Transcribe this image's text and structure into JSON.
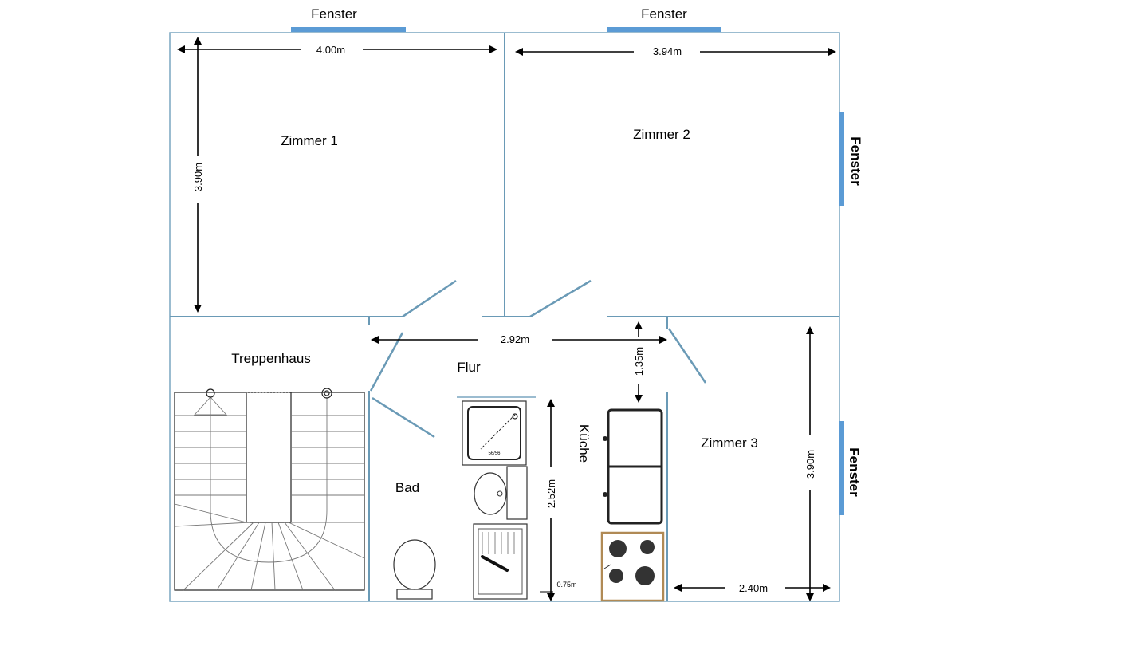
{
  "floorplan": {
    "rooms": {
      "zimmer1": "Zimmer 1",
      "zimmer2": "Zimmer 2",
      "zimmer3": "Zimmer 3",
      "treppenhaus": "Treppenhaus",
      "flur": "Flur",
      "bad": "Bad",
      "kueche": "Küche"
    },
    "windows": {
      "top_left": "Fenster",
      "top_right": "Fenster",
      "right_upper": "Fenster",
      "right_lower": "Fenster"
    },
    "dimensions": {
      "zimmer1_width": "4.00m",
      "zimmer1_height": "3.90m",
      "zimmer2_width": "3.94m",
      "flur_width": "2.92m",
      "flur_depth": "1.35m",
      "kueche_length": "2.52m",
      "kueche_gap": "0.75m",
      "zimmer3_width": "2.40m",
      "zimmer3_height": "3.90m"
    },
    "fixtures": {
      "shower_label": "56/56"
    },
    "colors": {
      "wall": "#6a9ab6",
      "window": "#5b9bd5",
      "stove_frame": "#b08a55"
    }
  }
}
